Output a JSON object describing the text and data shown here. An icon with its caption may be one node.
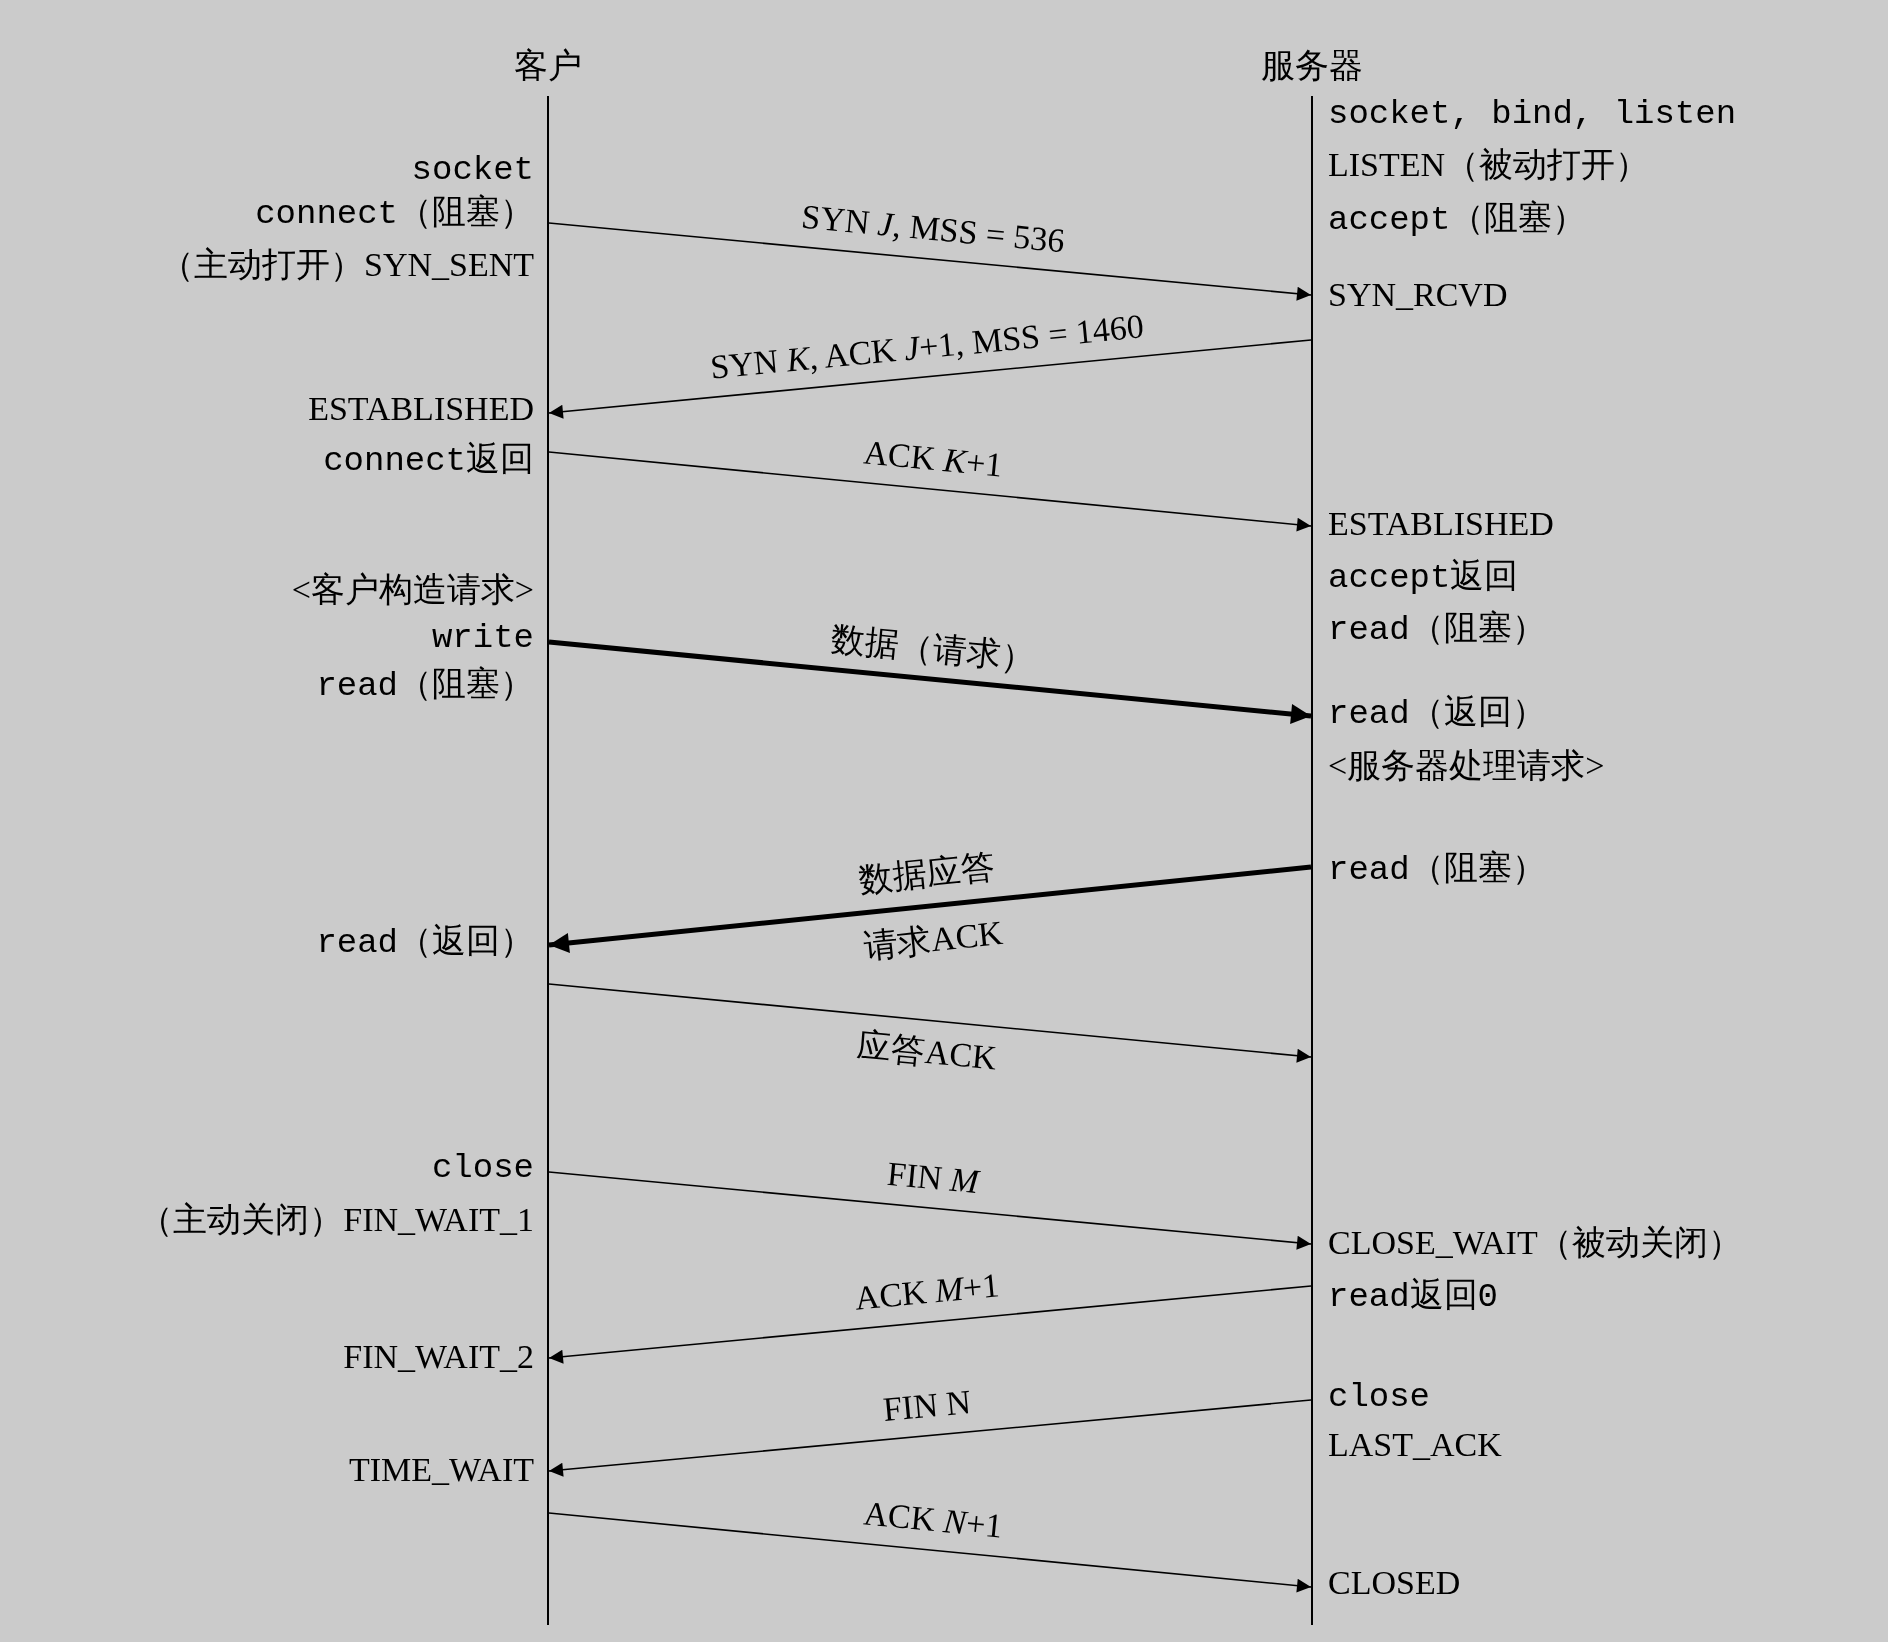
{
  "diagram": {
    "nodes": [
      {
        "text": [
          "客户"
        ]
      },
      {
        "text": [
          "服务器"
        ]
      }
    ],
    "edges": [
      {
        "from": 0,
        "to": 1,
        "arrow": "to",
        "label": "SYN *J*, MSS = 536"
      },
      {
        "from": 1,
        "to": 0,
        "arrow": "to",
        "label": "SYN *K*, ACK *J*+1, MSS = 1460"
      },
      {
        "from": 0,
        "to": 1,
        "arrow": "to",
        "label": "ACK *K*+1"
      },
      {
        "from": 0,
        "to": 1,
        "arrow": "to",
        "label": "数据（请求）",
        "style": "thick"
      },
      {
        "from": 1,
        "to": 0,
        "arrow": "to",
        "label": "数据应答",
        "style": "thick"
      },
      {
        "from": 0,
        "to": 1,
        "arrow": "to",
        "label": "应答ACK"
      },
      {
        "from": 0,
        "to": 1,
        "arrow": "to",
        "label": "FIN *M*"
      },
      {
        "from": 1,
        "to": 0,
        "arrow": "to",
        "label": "ACK *M*+1"
      },
      {
        "from": 1,
        "to": 0,
        "arrow": "to",
        "label": "FIN N"
      },
      {
        "from": 0,
        "to": 1,
        "arrow": "to",
        "label": "ACK *N*+1"
      }
    ],
    "labels": [
      "socket, bind, listen",
      "LISTEN（被动打开）",
      "accept（阻塞）",
      "socket",
      "connect（阻塞）",
      "（主动打开）SYN_SENT",
      "SYN_RCVD",
      "ESTABLISHED",
      "connect返回",
      "ESTABLISHED",
      "accept返回",
      "read（阻塞）",
      "<客户构造请求>",
      "write",
      "read（阻塞）",
      "read（返回）",
      "<服务器处理请求>",
      "read（阻塞）",
      "请求ACK",
      "read（返回）",
      "close",
      "（主动关闭）FIN_WAIT_1",
      "CLOSE_WAIT（被动关闭）",
      "read返回0",
      "FIN_WAIT_2",
      "close",
      "LAST_ACK",
      "TIME_WAIT",
      "CLOSED"
    ]
  }
}
